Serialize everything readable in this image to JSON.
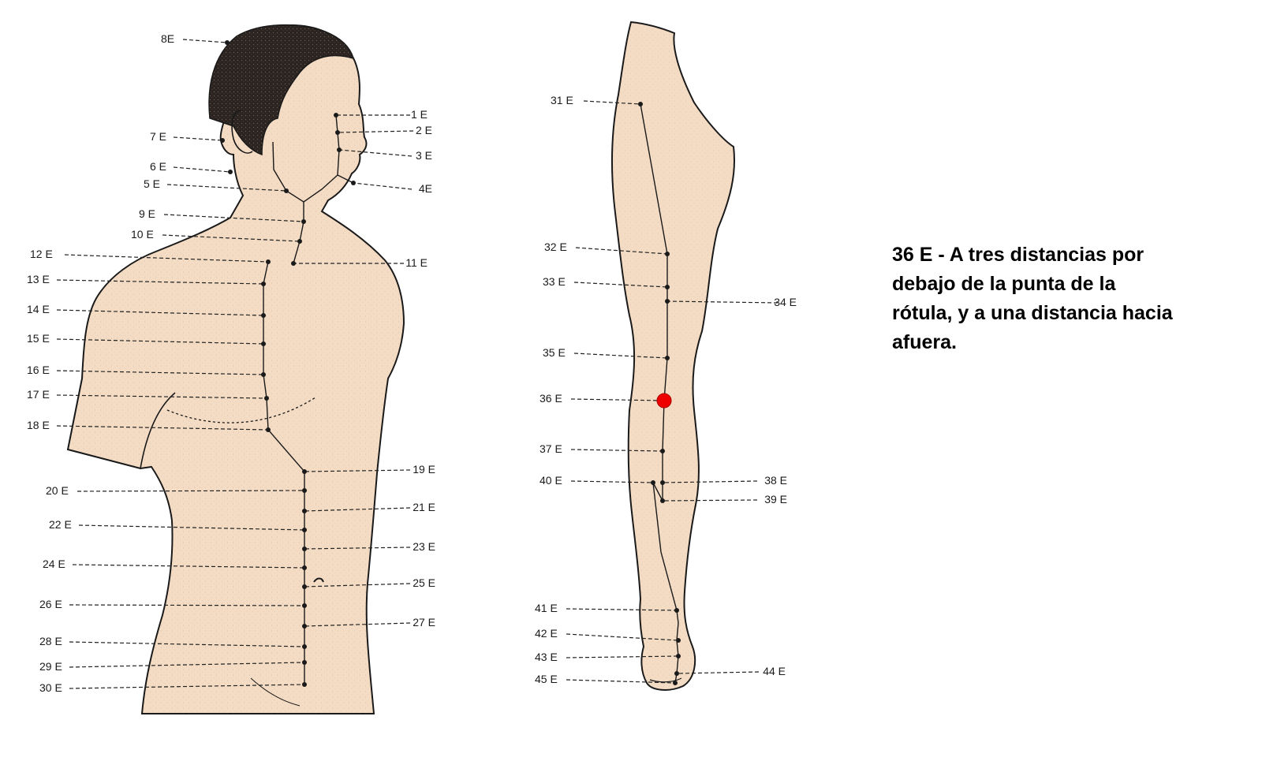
{
  "diagram": {
    "colors": {
      "skin": "#f4dcc4",
      "outline": "#1a1a1a",
      "hair": "#2a2320",
      "leader": "#222222",
      "highlight": "#ee0000"
    },
    "highlighted_point": "36 E",
    "torso_points": [
      {
        "id": "8E",
        "label": "8E"
      },
      {
        "id": "7E",
        "label": "7 E"
      },
      {
        "id": "6E",
        "label": "6 E"
      },
      {
        "id": "5E",
        "label": "5 E"
      },
      {
        "id": "9E",
        "label": "9 E"
      },
      {
        "id": "10E",
        "label": "10 E"
      },
      {
        "id": "12E",
        "label": "12 E"
      },
      {
        "id": "13E",
        "label": "13 E"
      },
      {
        "id": "14E",
        "label": "14 E"
      },
      {
        "id": "15E",
        "label": "15 E"
      },
      {
        "id": "16E",
        "label": "16 E"
      },
      {
        "id": "17E",
        "label": "17 E"
      },
      {
        "id": "18E",
        "label": "18 E"
      },
      {
        "id": "20E",
        "label": "20 E"
      },
      {
        "id": "22E",
        "label": "22 E"
      },
      {
        "id": "24E",
        "label": "24 E"
      },
      {
        "id": "26E",
        "label": "26 E"
      },
      {
        "id": "28E",
        "label": "28 E"
      },
      {
        "id": "29E",
        "label": "29 E"
      },
      {
        "id": "30E",
        "label": "30 E"
      },
      {
        "id": "1E",
        "label": "1 E"
      },
      {
        "id": "2E",
        "label": "2 E"
      },
      {
        "id": "3E",
        "label": "3 E"
      },
      {
        "id": "4E",
        "label": "4E"
      },
      {
        "id": "11E",
        "label": "11 E"
      },
      {
        "id": "19E",
        "label": "19 E"
      },
      {
        "id": "21E",
        "label": "21 E"
      },
      {
        "id": "23E",
        "label": "23 E"
      },
      {
        "id": "25E",
        "label": "25 E"
      },
      {
        "id": "27E",
        "label": "27 E"
      }
    ],
    "leg_points": [
      {
        "id": "31E",
        "label": "31 E"
      },
      {
        "id": "32E",
        "label": "32 E"
      },
      {
        "id": "33E",
        "label": "33 E"
      },
      {
        "id": "34E",
        "label": "34 E"
      },
      {
        "id": "35E",
        "label": "35 E"
      },
      {
        "id": "36E",
        "label": "36 E"
      },
      {
        "id": "37E",
        "label": "37 E"
      },
      {
        "id": "40E",
        "label": "40 E"
      },
      {
        "id": "38E",
        "label": "38 E"
      },
      {
        "id": "39E",
        "label": "39 E"
      },
      {
        "id": "41E",
        "label": "41 E"
      },
      {
        "id": "42E",
        "label": "42 E"
      },
      {
        "id": "43E",
        "label": "43 E"
      },
      {
        "id": "44E",
        "label": "44 E"
      },
      {
        "id": "45E",
        "label": "45 E"
      }
    ]
  },
  "description": {
    "lines": [
      "36 E - A tres distancias por",
      "debajo de la punta de la",
      "rótula, y a una distancia hacia",
      "afuera."
    ]
  }
}
